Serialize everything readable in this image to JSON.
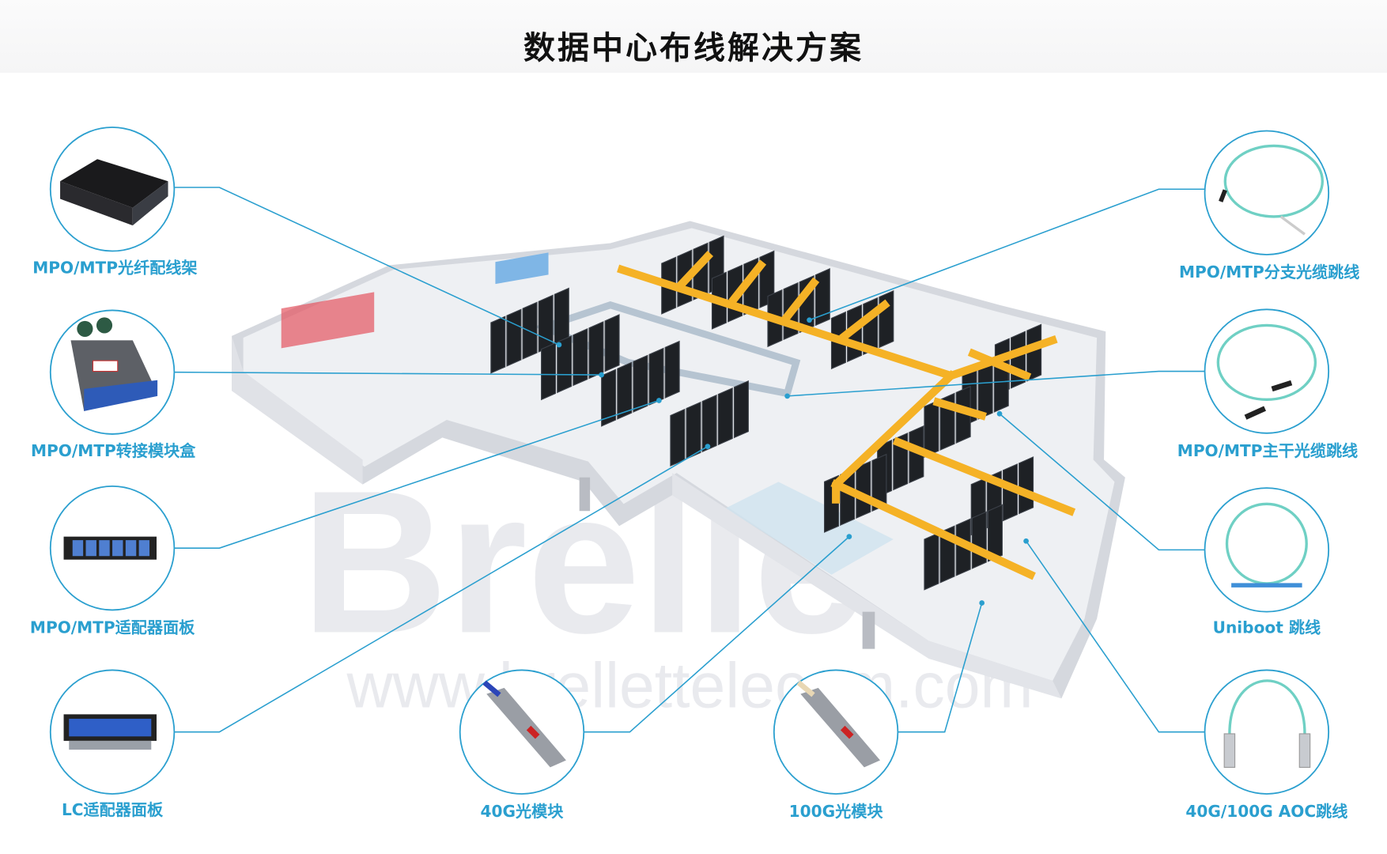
{
  "title": "数据中心布线解决方案",
  "watermark": {
    "brand": "Brelle",
    "url": "www.brellettelecom.com"
  },
  "colors": {
    "accent": "#2a9fcf",
    "tray": "#f5b226",
    "rack": "#1e2125",
    "floor": "#eceef2",
    "wall": "#d9dce2"
  },
  "products_left": [
    {
      "label": "MPO/MTP光纤配线架",
      "icon": "patch-panel-icon"
    },
    {
      "label": "MPO/MTP转接模块盒",
      "icon": "cassette-icon"
    },
    {
      "label": "MPO/MTP适配器面板",
      "icon": "adapter-panel-icon"
    },
    {
      "label": "LC适配器面板",
      "icon": "lc-panel-icon"
    }
  ],
  "products_bottom": [
    {
      "label": "40G光模块",
      "icon": "transceiver-40g-icon"
    },
    {
      "label": "100G光模块",
      "icon": "transceiver-100g-icon"
    }
  ],
  "products_right": [
    {
      "label": "MPO/MTP分支光缆跳线",
      "icon": "breakout-cable-icon"
    },
    {
      "label": "MPO/MTP主干光缆跳线",
      "icon": "trunk-cable-icon"
    },
    {
      "label": "Uniboot 跳线",
      "icon": "uniboot-cable-icon"
    },
    {
      "label": "40G/100G AOC跳线",
      "icon": "aoc-cable-icon"
    }
  ]
}
